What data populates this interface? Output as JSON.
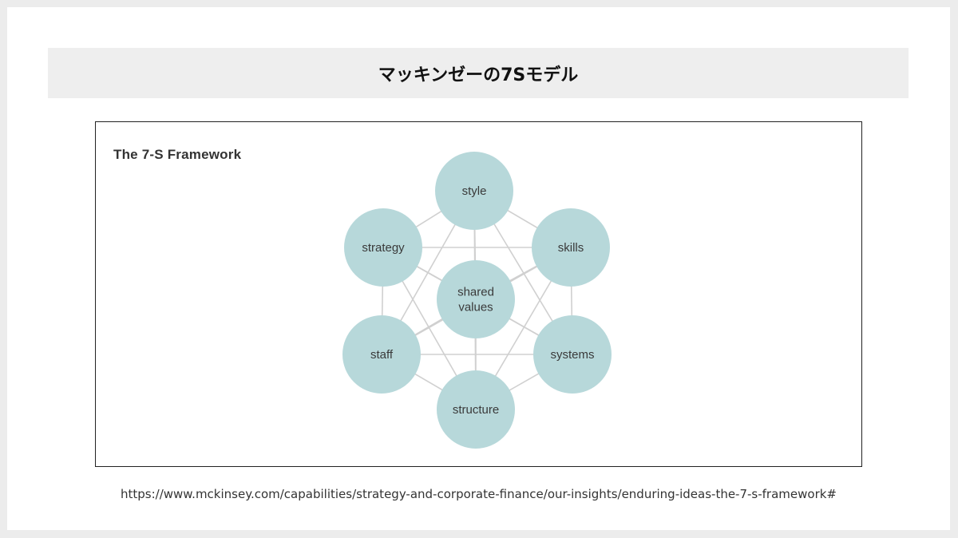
{
  "slide": {
    "title": "マッキンゼーの7Sモデル",
    "source_url": "https://www.mckinsey.com/capabilities/strategy-and-corporate-finance/our-insights/enduring-ideas-the-7-s-framework#"
  },
  "figure": {
    "title": "The 7-S Framework",
    "node_color": "#b7d8da",
    "link_color": "#d0d0d0",
    "nodes": [
      {
        "id": "style",
        "label": [
          "style"
        ]
      },
      {
        "id": "skills",
        "label": [
          "skills"
        ]
      },
      {
        "id": "systems",
        "label": [
          "systems"
        ]
      },
      {
        "id": "structure",
        "label": [
          "structure"
        ]
      },
      {
        "id": "staff",
        "label": [
          "staff"
        ]
      },
      {
        "id": "strategy",
        "label": [
          "strategy"
        ]
      },
      {
        "id": "shared-values",
        "label": [
          "shared",
          "values"
        ]
      }
    ]
  }
}
